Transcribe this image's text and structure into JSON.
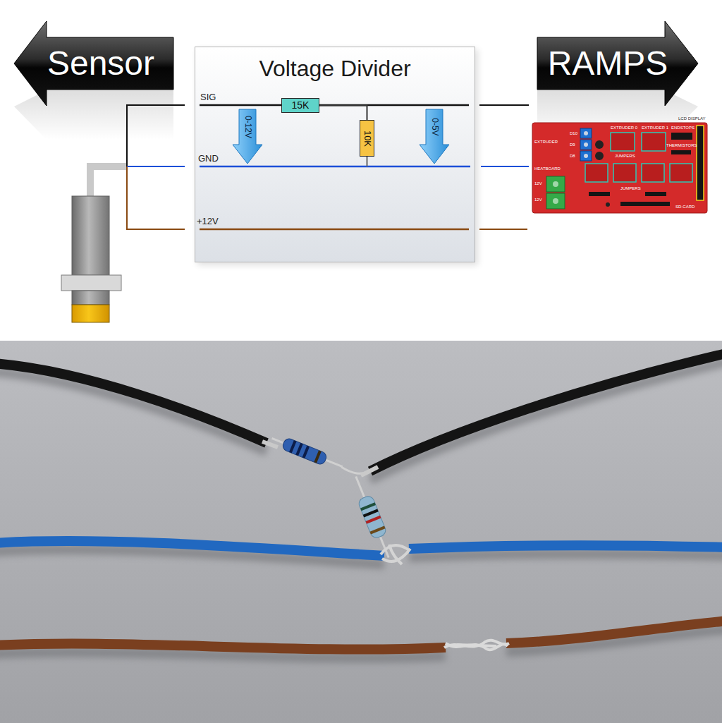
{
  "diagram": {
    "nodes": [
      {
        "text": [
          "Sensor"
        ]
      },
      {
        "text": [
          "Voltage Divider"
        ]
      },
      {
        "text": [
          "15K"
        ],
        "in": 1
      },
      {
        "text": [
          "0-12V"
        ],
        "in": 1
      },
      {
        "text": [
          "10K"
        ],
        "in": 1
      },
      {
        "text": [
          "0-5V"
        ],
        "in": 1
      },
      {
        "text": [
          "RAMPS"
        ]
      }
    ],
    "edges": [
      {
        "from": 2,
        "to": 4,
        "arrow": "none"
      }
    ],
    "labels": [
      "SIG",
      "GND",
      "+12V",
      "EXTRUDER 0",
      "EXTRUDER 1",
      "ENDSTOPS",
      "LCD DISPLAY",
      "D10",
      "D9",
      "D8",
      "EXTRUDER",
      "JUMPERS",
      "THERMISTORS",
      "HEATBOARD",
      "12V",
      "12V",
      "JUMPERS",
      "SD-CARD"
    ]
  }
}
